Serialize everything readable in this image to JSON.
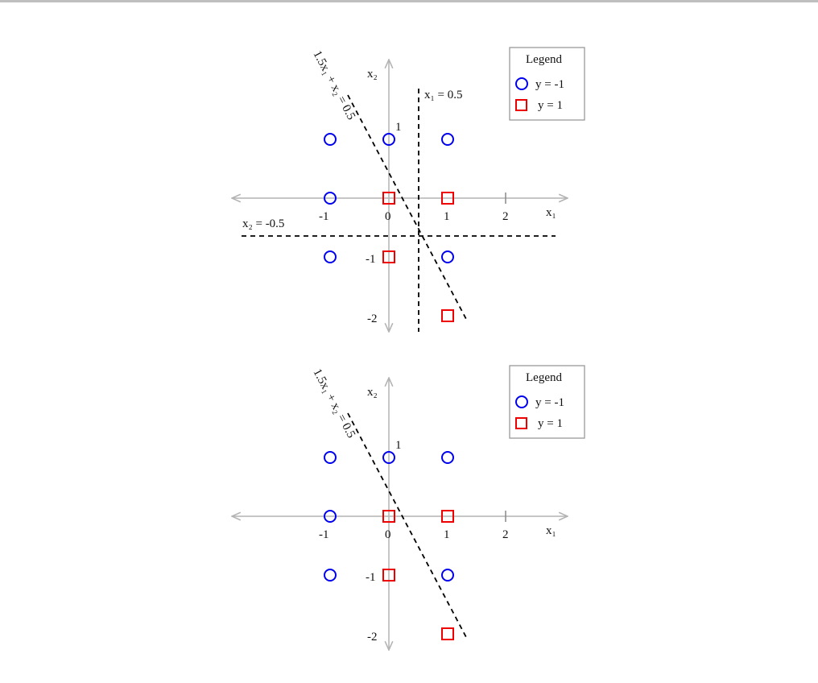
{
  "panels": [
    {
      "axis_x_label": "x₁",
      "axis_y_label": "x₂",
      "tick_labels_x": [
        "-1",
        "0",
        "1",
        "2"
      ],
      "tick_labels_y": [
        "1",
        "-1",
        "-2"
      ],
      "line_diag_label": "1.5x₁ + x₂ = 0.5",
      "line_vert_label": "x₁ = 0.5",
      "line_horiz_label": "x₂ = -0.5",
      "legend": {
        "title": "Legend",
        "neg": "y = -1",
        "pos": "y = 1"
      }
    },
    {
      "axis_x_label": "x₁",
      "axis_y_label": "x₂",
      "tick_labels_x": [
        "-1",
        "0",
        "1",
        "2"
      ],
      "tick_labels_y": [
        "1",
        "-1",
        "-2"
      ],
      "line_diag_label": "1.5x₁ + x₂ = 0.5",
      "legend": {
        "title": "Legend",
        "neg": "y = -1",
        "pos": "y = 1"
      }
    }
  ],
  "points": [
    {
      "x": -1,
      "y": 1,
      "class": -1
    },
    {
      "x": 0,
      "y": 1,
      "class": -1
    },
    {
      "x": 1,
      "y": 1,
      "class": -1
    },
    {
      "x": -1,
      "y": 0,
      "class": -1
    },
    {
      "x": 0,
      "y": 0,
      "class": 1
    },
    {
      "x": 1,
      "y": 0,
      "class": 1
    },
    {
      "x": -1,
      "y": -1,
      "class": -1
    },
    {
      "x": 0,
      "y": -1,
      "class": 1
    },
    {
      "x": 1,
      "y": -1,
      "class": -1
    },
    {
      "x": 1,
      "y": -2,
      "class": 1
    }
  ],
  "colors": {
    "neg": "#0000ee",
    "pos": "#ee0000",
    "axis": "#b3b3b3"
  }
}
